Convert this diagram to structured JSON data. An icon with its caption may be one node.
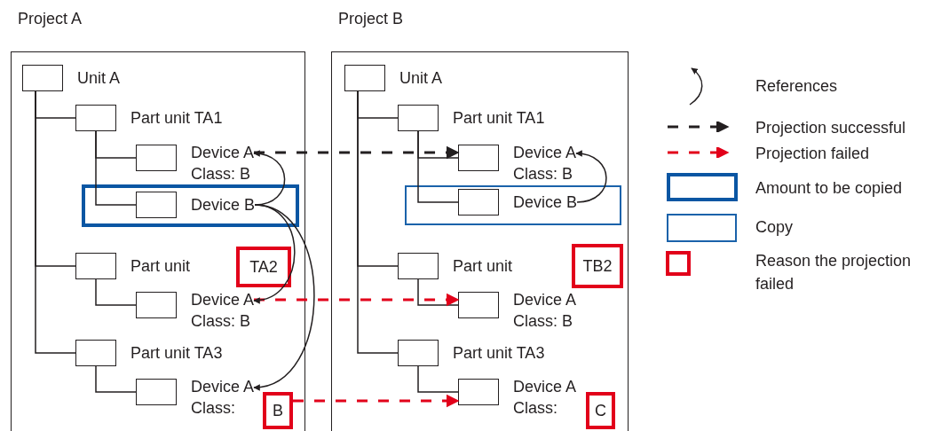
{
  "diagram": {
    "nodes": [
      {
        "text": [
          "Project A"
        ]
      },
      {
        "text": [
          "Unit A"
        ],
        "in": 0
      },
      {
        "text": [
          "Part unit TA1"
        ],
        "in": 0
      },
      {
        "text": [
          "Device A",
          "Class: B"
        ],
        "in": 0
      },
      {
        "text": [],
        "shape": "box",
        "in": 0
      },
      {
        "text": [
          "Device B"
        ],
        "in": 4
      },
      {
        "text": [
          "Part unit"
        ],
        "in": 0
      },
      {
        "text": [
          "TA2"
        ],
        "in": 0
      },
      {
        "text": [
          "Device A",
          "Class: B"
        ],
        "in": 0
      },
      {
        "text": [
          "Part unit TA3"
        ],
        "in": 0
      },
      {
        "text": [
          "Device A",
          "Class:"
        ],
        "in": 0
      },
      {
        "text": [
          "B"
        ],
        "in": 0
      },
      {
        "text": [
          "Project B"
        ]
      },
      {
        "text": [
          "Unit A"
        ],
        "in": 12
      },
      {
        "text": [
          "Part unit TA1"
        ],
        "in": 12
      },
      {
        "text": [
          "Device A",
          "Class: B"
        ],
        "in": 12
      },
      {
        "text": [],
        "shape": "box",
        "in": 12
      },
      {
        "text": [
          "Device B"
        ],
        "in": 16
      },
      {
        "text": [
          "Part unit"
        ],
        "in": 12
      },
      {
        "text": [
          "TB2"
        ],
        "in": 12
      },
      {
        "text": [
          "Device A",
          "Class: B"
        ],
        "in": 12
      },
      {
        "text": [
          "Part unit TA3"
        ],
        "in": 12
      },
      {
        "text": [
          "Device A",
          "Class:"
        ],
        "in": 12
      },
      {
        "text": [
          "C"
        ],
        "in": 12
      }
    ],
    "edges": [
      {
        "from": 1,
        "to": 2,
        "arrow": "none"
      },
      {
        "from": 1,
        "to": 6,
        "arrow": "none"
      },
      {
        "from": 1,
        "to": 9,
        "arrow": "none"
      },
      {
        "from": 2,
        "to": 3,
        "arrow": "none"
      },
      {
        "from": 2,
        "to": 5,
        "arrow": "none"
      },
      {
        "from": 6,
        "to": 8,
        "arrow": "none"
      },
      {
        "from": 9,
        "to": 10,
        "arrow": "none"
      },
      {
        "from": 13,
        "to": 14,
        "arrow": "none"
      },
      {
        "from": 13,
        "to": 18,
        "arrow": "none"
      },
      {
        "from": 13,
        "to": 21,
        "arrow": "none"
      },
      {
        "from": 14,
        "to": 15,
        "arrow": "none"
      },
      {
        "from": 14,
        "to": 17,
        "arrow": "none"
      },
      {
        "from": 18,
        "to": 20,
        "arrow": "none"
      },
      {
        "from": 21,
        "to": 22,
        "arrow": "none"
      },
      {
        "from": 3,
        "to": 15,
        "arrow": "to",
        "style": "dashed"
      },
      {
        "from": 8,
        "to": 20,
        "arrow": "to",
        "style": "dashed",
        "color": "#e2001a"
      },
      {
        "from": 11,
        "to": 22,
        "arrow": "to",
        "style": "dashed",
        "color": "#e2001a"
      },
      {
        "from": 5,
        "to": 3,
        "arrow": "to"
      },
      {
        "from": 5,
        "to": 8,
        "arrow": "to"
      },
      {
        "from": 5,
        "to": 10,
        "arrow": "to"
      },
      {
        "from": 17,
        "to": 15,
        "arrow": "to"
      }
    ],
    "legend": [
      {
        "text": "References"
      },
      {
        "text": "Projection successful"
      },
      {
        "text": "Projection failed"
      },
      {
        "text": "Amount to be copied",
        "color": "#0a56a3"
      },
      {
        "text": "Copy",
        "color": "#1a62aa"
      },
      {
        "text": "Reason the projection failed",
        "color": "#e2001a"
      }
    ]
  }
}
